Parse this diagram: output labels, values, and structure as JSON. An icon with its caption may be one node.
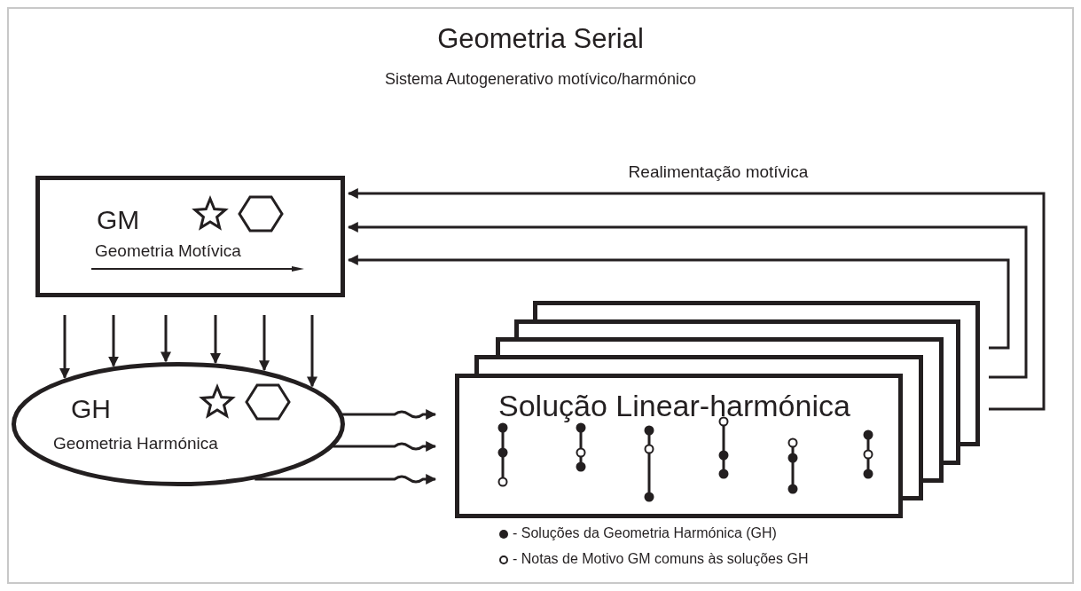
{
  "diagram": {
    "title": "Geometria Serial",
    "nodes": [
      {
        "text": [
          "GM",
          "Geometria Motívica"
        ]
      },
      {
        "text": [
          "GH",
          "Geometria Harmónica"
        ]
      },
      {
        "text": [
          "Solução Linear-harmónica"
        ]
      }
    ],
    "edges": [
      {
        "from": 0,
        "to": 1,
        "arrow": "to"
      },
      {
        "from": 0,
        "to": 1,
        "arrow": "to"
      },
      {
        "from": 0,
        "to": 1,
        "arrow": "to"
      },
      {
        "from": 0,
        "to": 1,
        "arrow": "to"
      },
      {
        "from": 0,
        "to": 1,
        "arrow": "to"
      },
      {
        "from": 0,
        "to": 1,
        "arrow": "to"
      },
      {
        "from": 1,
        "to": 2,
        "arrow": "to"
      },
      {
        "from": 1,
        "to": 2,
        "arrow": "to"
      },
      {
        "from": 1,
        "to": 2,
        "arrow": "to"
      },
      {
        "from": 2,
        "to": 0,
        "arrow": "to",
        "label": "Realimentação motívica"
      },
      {
        "from": 2,
        "to": 0,
        "arrow": "to"
      },
      {
        "from": 2,
        "to": 0,
        "arrow": "to"
      }
    ],
    "labels": [
      "Sistema Autogenerativo motívico/harmónico"
    ],
    "legend": [
      {
        "text": "- Soluções da Geometria Harmónica (GH)"
      },
      {
        "text": "- Notas de Motivo GM comuns às soluções GH"
      }
    ]
  }
}
